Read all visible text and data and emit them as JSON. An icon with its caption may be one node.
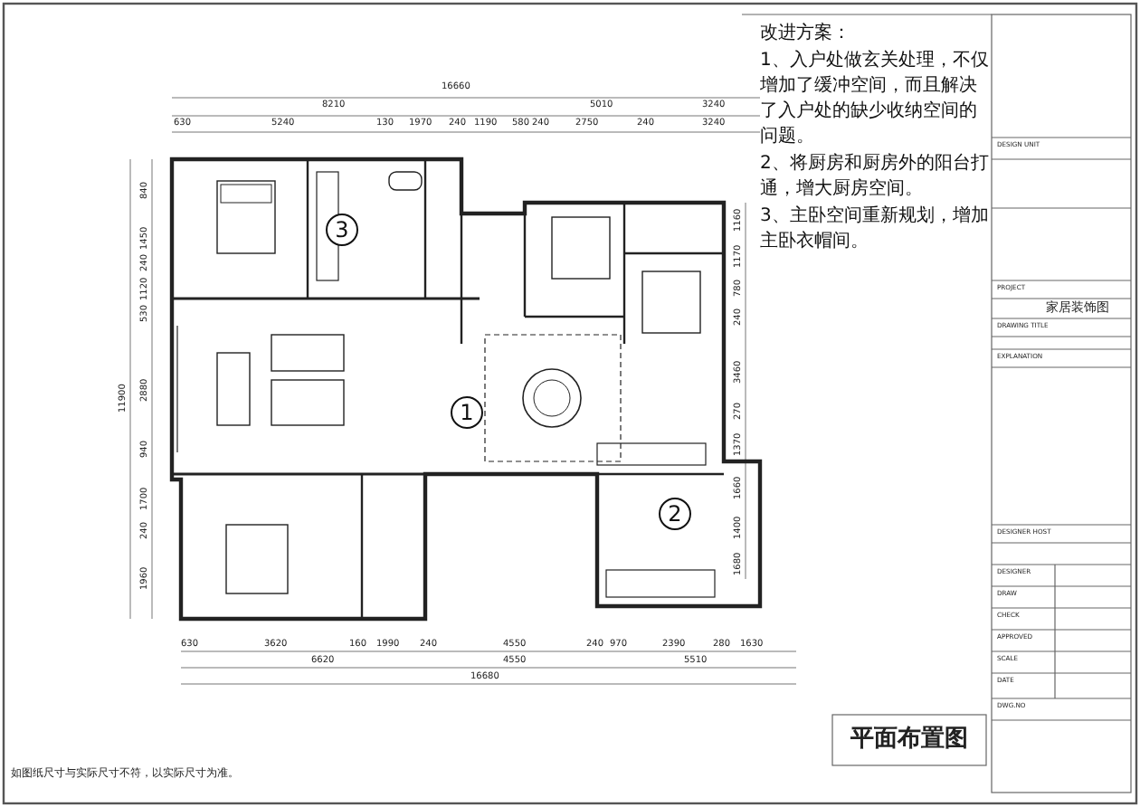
{
  "diagram": {
    "title": "平面布置图",
    "nodes": [
      {
        "text": [
          "3"
        ]
      },
      {
        "text": [
          "1"
        ]
      },
      {
        "text": [
          "2"
        ]
      }
    ],
    "edges": [],
    "labels": [
      "改进方案：",
      "1、入户处做玄关处理，不仅增加了缓冲空间，而且解决了入户处的缺少收纳空间的问题。",
      "2、将厨房和厨房外的阳台打通，增大厨房空间。",
      "3、主卧空间重新规划，增加主卧衣帽间。",
      "16660",
      "8210",
      "5010",
      "3240",
      "630",
      "5240",
      "130",
      "1970",
      "240",
      "1190",
      "580",
      "240",
      "2750",
      "240",
      "3240",
      "840",
      "1450",
      "240",
      "1120",
      "530",
      "2880",
      "940",
      "1700",
      "240",
      "1960",
      "11900",
      "1160",
      "1170",
      "780",
      "240",
      "3460",
      "270",
      "1370",
      "1660",
      "1400",
      "1680",
      "630",
      "3620",
      "160",
      "1990",
      "240",
      "4550",
      "240",
      "970",
      "2390",
      "280",
      "1630",
      "6620",
      "4550",
      "5510",
      "16680",
      "DESIGN UNIT",
      "PROJECT",
      "家居装饰图",
      "DRAWING TITLE",
      "EXPLANATION",
      "DESIGNER HOST",
      "DESIGNER",
      "DRAW",
      "CHECK",
      "APPROVED",
      "SCALE",
      "DATE",
      "DWG.NO",
      "如图纸尺寸与实际尺寸不符，以实际尺寸为准。"
    ]
  }
}
